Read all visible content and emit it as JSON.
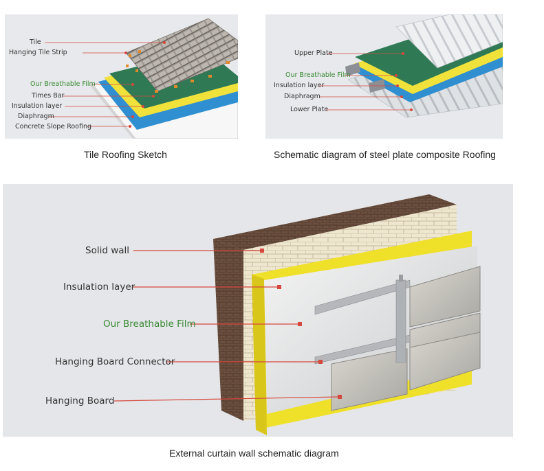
{
  "accent_colors": {
    "leader": "#d6483d",
    "green_label": "#3a8a34",
    "film": "#2f7a55",
    "insulation": "#f1e23b",
    "diaphragm": "#2f8fd0"
  },
  "tile_roofing": {
    "caption": "Tile Roofing Sketch",
    "labels": {
      "tile": "Tile",
      "hanging_tile_strip": "Hanging Tile Strip",
      "breathable_film": "Our Breathable Film",
      "times_bar": "Times Bar",
      "insulation_layer": "Insulation layer",
      "diaphragm": "Diaphragm",
      "concrete_slope_roofing": "Concrete Slope Roofing"
    }
  },
  "steel_roofing": {
    "caption": "Schematic diagram of steel plate composite Roofing",
    "labels": {
      "upper_plate": "Upper Plate",
      "breathable_film": "Our Breathable Film",
      "insulation_layer": "Insulation layer",
      "diaphragm": "Diaphragm",
      "lower_plate": "Lower Plate"
    }
  },
  "curtain_wall": {
    "caption": "External curtain wall schematic diagram",
    "labels": {
      "solid_wall": "Solid wall",
      "insulation_layer": "Insulation layer",
      "breathable_film": "Our Breathable Film",
      "hanging_board_connector": "Hanging Board Connector",
      "hanging_board": "Hanging Board"
    }
  }
}
